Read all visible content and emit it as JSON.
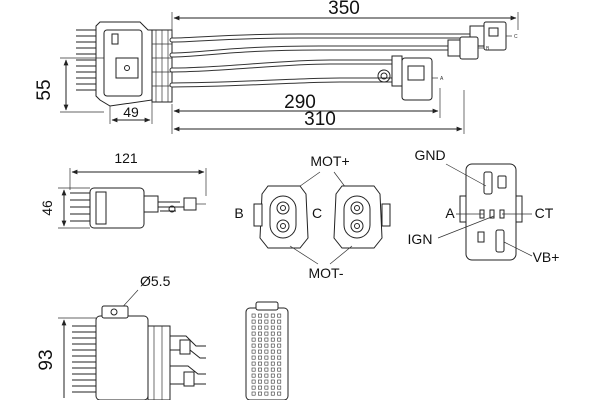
{
  "dimensions": {
    "length_350": "350",
    "length_290": "290",
    "length_310": "310",
    "height_55": "55",
    "width_49": "49",
    "width_121": "121",
    "height_46": "46",
    "diameter": "Ø5.5",
    "height_93": "93"
  },
  "pin_labels": {
    "mot_plus": "MOT+",
    "mot_minus": "MOT-",
    "b": "B",
    "c": "C",
    "gnd": "GND",
    "a": "A",
    "ct": "CT",
    "ign": "IGN",
    "vb_plus": "VB+"
  },
  "connector_marks": {
    "c1": "C",
    "c2": "B",
    "c3": "A"
  }
}
